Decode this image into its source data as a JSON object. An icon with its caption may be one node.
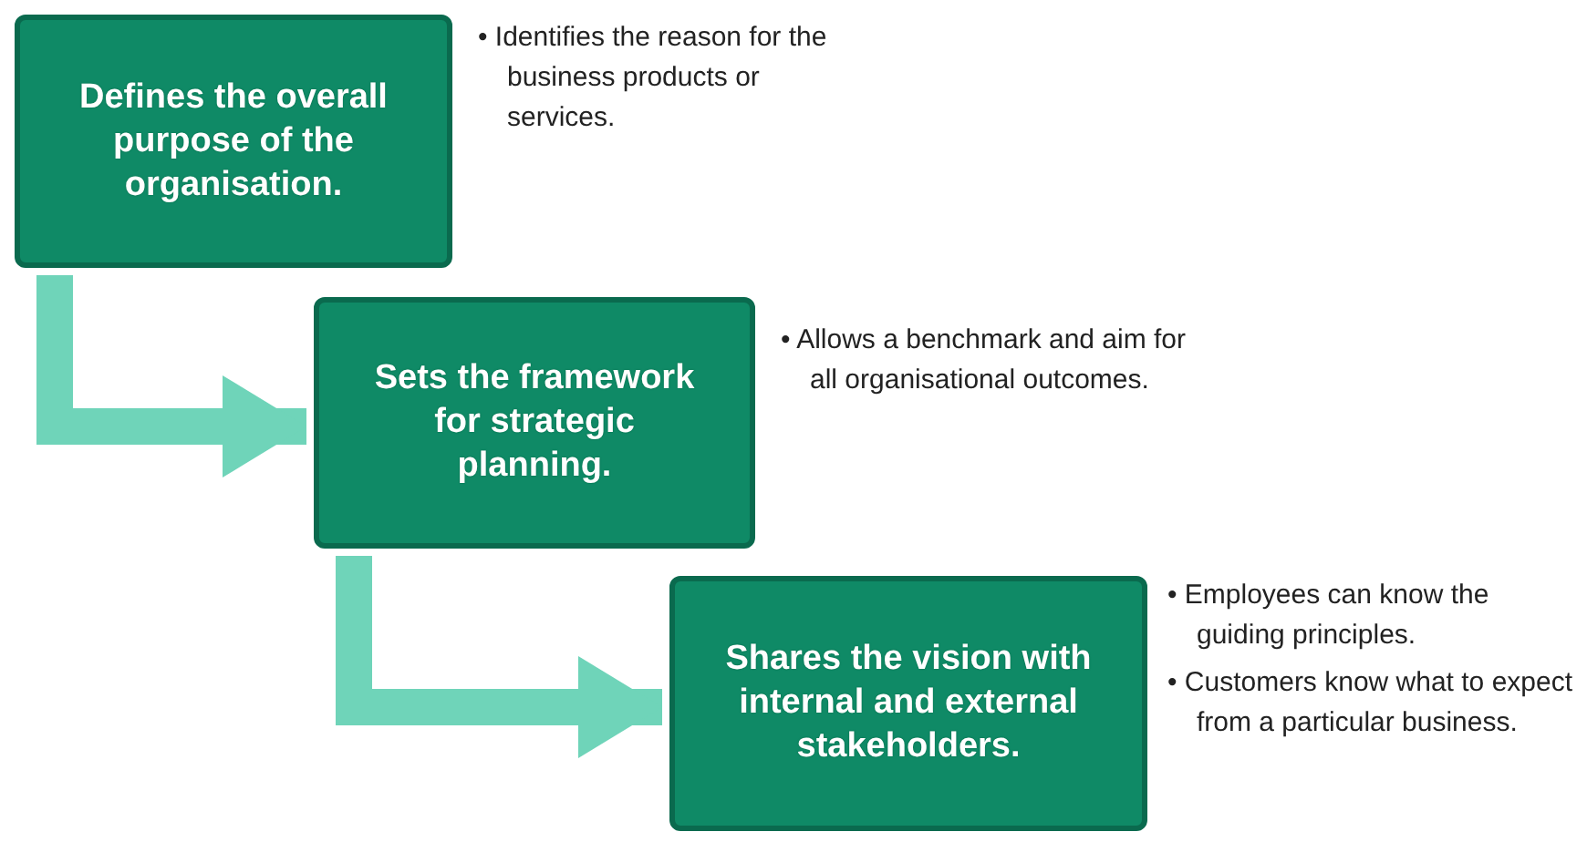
{
  "diagram": {
    "nodes": [
      {
        "text": [
          "Defines the overall purpose of the organisation."
        ],
        "beside": [
          "• Identifies the reason for the business products or services."
        ]
      },
      {
        "text": [
          "Sets the framework for strategic planning."
        ],
        "beside": [
          "• Allows a benchmark and aim for all organisational outcomes."
        ]
      },
      {
        "text": [
          "Shares the vision with internal and external stakeholders."
        ],
        "beside": [
          "• Employees can know the guiding principles.",
          "• Customers know what to expect from a particular business."
        ]
      }
    ],
    "edges": [
      {
        "from": 0,
        "to": 1,
        "arrow": "to"
      },
      {
        "from": 1,
        "to": 2,
        "arrow": "to"
      }
    ]
  }
}
